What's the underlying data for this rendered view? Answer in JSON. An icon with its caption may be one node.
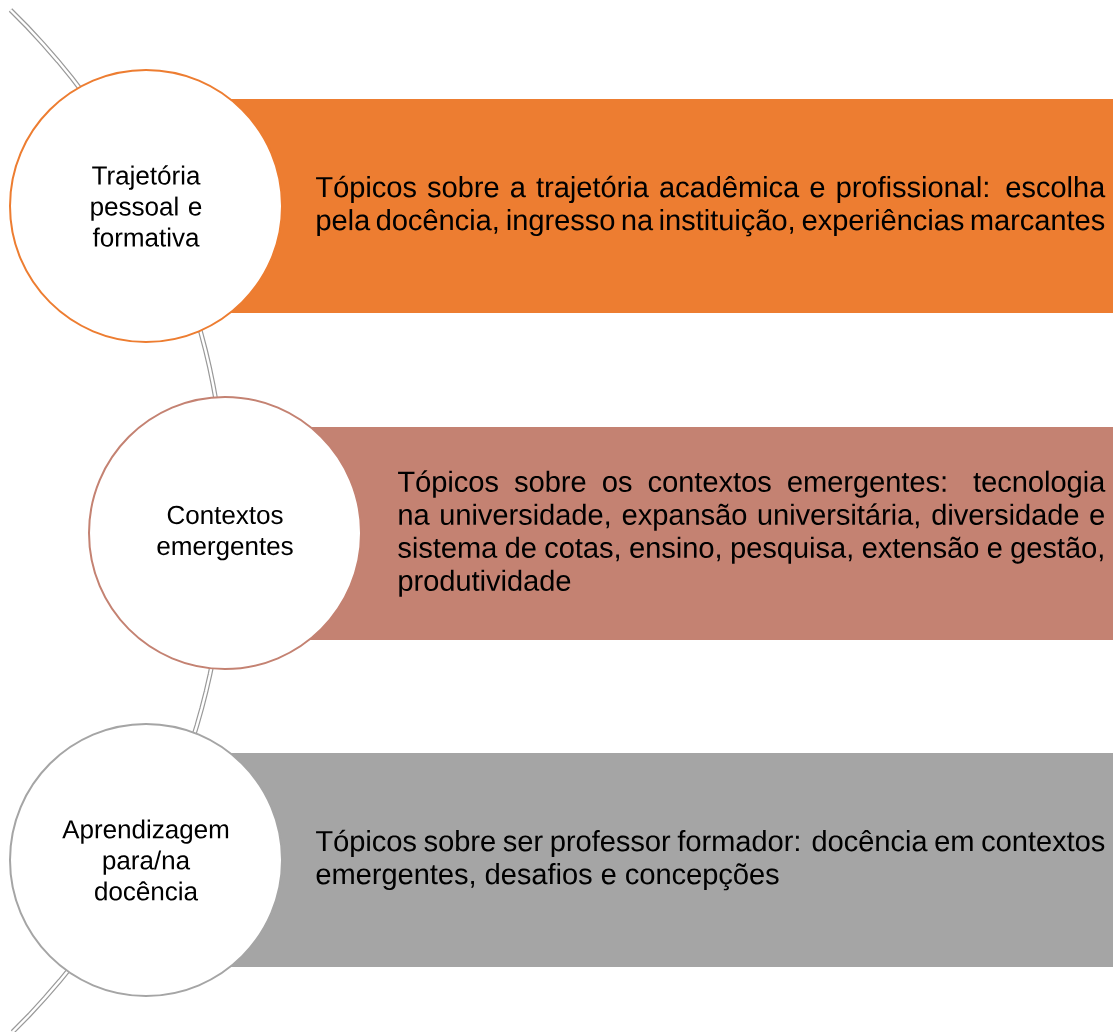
{
  "diagram": {
    "nodes": [
      {
        "text": [
          "Trajetória pessoal e formativa"
        ]
      },
      {
        "text": [
          "Tópicos sobre a trajetória acadêmica e profissional: escolha pela docência, ingresso na instituição, experiências marcantes"
        ]
      },
      {
        "text": [
          "Contextos emergentes"
        ]
      },
      {
        "text": [
          "Tópicos sobre os contextos emergentes: tecnologia na universidade, expansão universitária, diversidade e sistema de cotas, ensino, pesquisa, extensão e gestão, produtividade"
        ]
      },
      {
        "text": [
          "Aprendizagem para/na docência"
        ]
      },
      {
        "text": [
          "Tópicos sobre ser professor formador: docência em contextos emergentes, desafios e concepções"
        ]
      }
    ]
  }
}
